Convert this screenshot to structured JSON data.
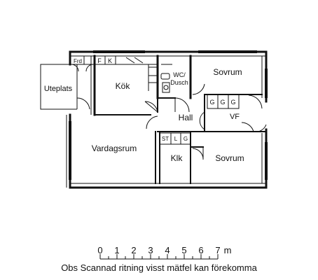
{
  "rooms": {
    "frd": "Frd",
    "f": "F",
    "k": "K",
    "kok": "Kök",
    "uteplats": "Uteplats",
    "wc": "WC/\nDusch",
    "wc_line1": "WC/",
    "wc_line2": "Dusch",
    "sovrum_top": "Sovrum",
    "g1": "G",
    "g2": "G",
    "g3": "G",
    "hall": "Hall",
    "vf": "VF",
    "vardagsrum": "Vardagsrum",
    "st": "ST",
    "l": "L",
    "g4": "G",
    "klk": "Klk",
    "sovrum_bottom": "Sovrum"
  },
  "scale": {
    "ticks": [
      "0",
      "1",
      "2",
      "3",
      "4",
      "5",
      "6",
      "7"
    ],
    "unit": "m"
  },
  "caption": "Obs Scannad ritning visst mätfel kan förekomma"
}
